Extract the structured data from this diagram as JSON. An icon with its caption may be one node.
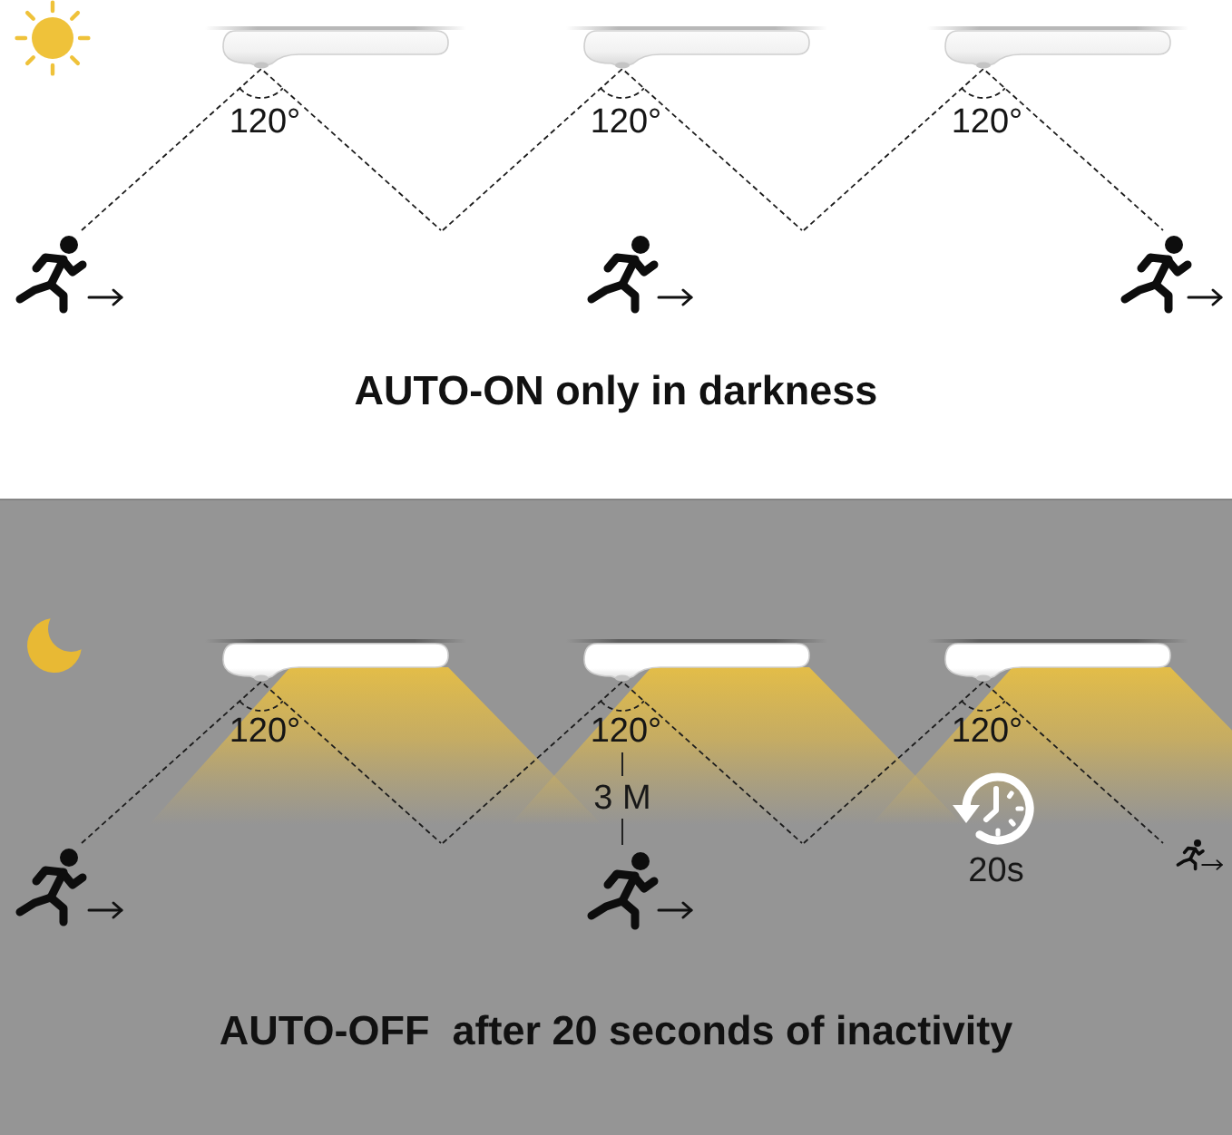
{
  "diagram": {
    "labels": [
      "120°",
      "120°",
      "120°",
      "AUTO-ON only in darkness",
      "120°",
      "120°",
      "120°",
      "3 M",
      "20s",
      "AUTO-OFF  after 20 seconds of inactivity"
    ]
  }
}
